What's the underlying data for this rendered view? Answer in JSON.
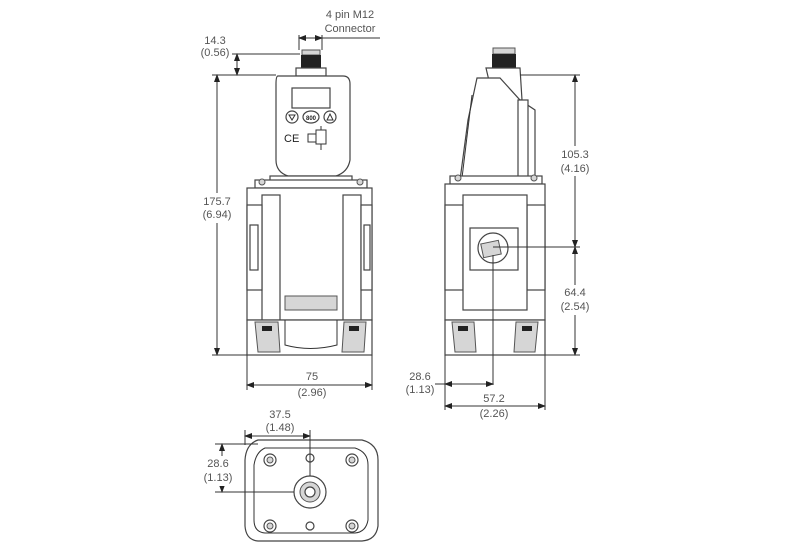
{
  "connector_label": {
    "line1": "4 pin M12",
    "line2": "Connector"
  },
  "front_view": {
    "connector_height": {
      "mm": "14.3",
      "in": "(0.56)"
    },
    "total_height": {
      "mm": "175.7",
      "in": "(6.94)"
    },
    "width": {
      "mm": "75",
      "in": "(2.96)"
    },
    "display_button_label": "800",
    "ce_mark": "CE"
  },
  "side_view": {
    "upper_height": {
      "mm": "105.3",
      "in": "(4.16)"
    },
    "lower_height": {
      "mm": "64.4",
      "in": "(2.54)"
    },
    "port_offset": {
      "mm": "28.6",
      "in": "(1.13)"
    },
    "depth": {
      "mm": "57.2",
      "in": "(2.26)"
    }
  },
  "bottom_view": {
    "horizontal_offset": {
      "mm": "37.5",
      "in": "(1.48)"
    },
    "vertical_offset": {
      "mm": "28.6",
      "in": "(1.13)"
    }
  }
}
